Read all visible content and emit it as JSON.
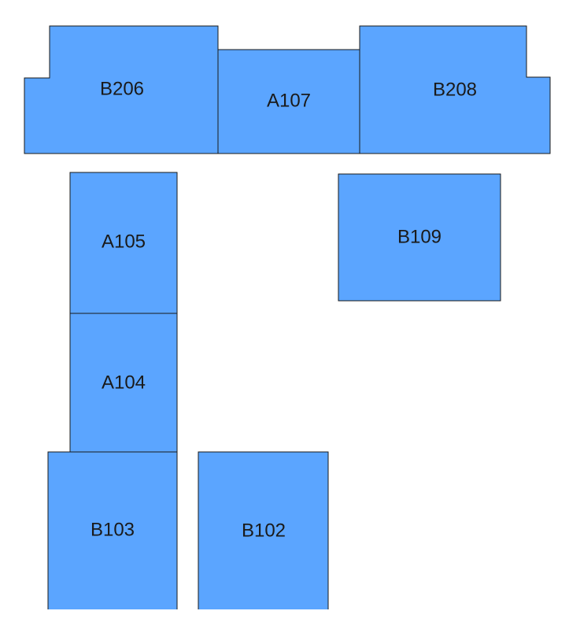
{
  "colors": {
    "room_fill": "#5ba5ff",
    "room_stroke": "#1a1a1a",
    "label": "#1a1a1a",
    "background": "#ffffff"
  },
  "rooms": [
    {
      "id": "B206",
      "label": "B206"
    },
    {
      "id": "A107",
      "label": "A107"
    },
    {
      "id": "B208",
      "label": "B208"
    },
    {
      "id": "A105",
      "label": "A105"
    },
    {
      "id": "B109",
      "label": "B109"
    },
    {
      "id": "A104",
      "label": "A104"
    },
    {
      "id": "B103",
      "label": "B103"
    },
    {
      "id": "B102",
      "label": "B102"
    }
  ]
}
